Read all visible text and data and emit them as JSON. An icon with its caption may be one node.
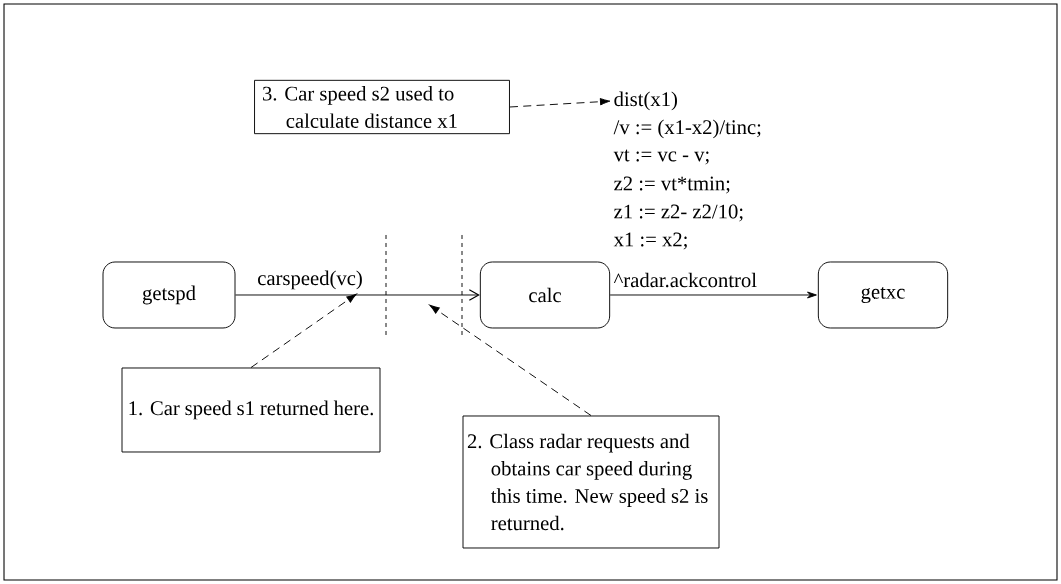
{
  "diagram": {
    "nodes": [
      {
        "text": [
          "getspd"
        ]
      },
      {
        "text": [
          "calc"
        ]
      },
      {
        "text": [
          "getxc"
        ]
      },
      {
        "text": [
          "1. Car speed s1 returned here."
        ]
      },
      {
        "text": [
          "2. Class radar requests and obtains car speed during this time. New speed s2 is returned."
        ]
      },
      {
        "text": [
          "3. Car speed s2 used to calculate distance x1"
        ]
      },
      {
        "text": [
          "dist(x1)"
        ]
      }
    ],
    "edges": [
      {
        "from": 0,
        "to": 1,
        "arrow": "to",
        "label": "carspeed(vc)"
      },
      {
        "from": 1,
        "to": 2,
        "arrow": "to",
        "label": "^radar.ackcontrol"
      },
      {
        "from": 3,
        "to": null,
        "arrow": "to",
        "style": "dashed"
      },
      {
        "from": 4,
        "to": null,
        "arrow": "to",
        "style": "dashed"
      },
      {
        "from": 5,
        "to": 6,
        "arrow": "to",
        "style": "dashed"
      }
    ],
    "labels": [
      "/v := (x1-x2)/tinc;",
      "vt := vc - v;",
      "z2 := vt*tmin;",
      "z1 := z2- z2/10;",
      "x1 := x2;"
    ]
  }
}
